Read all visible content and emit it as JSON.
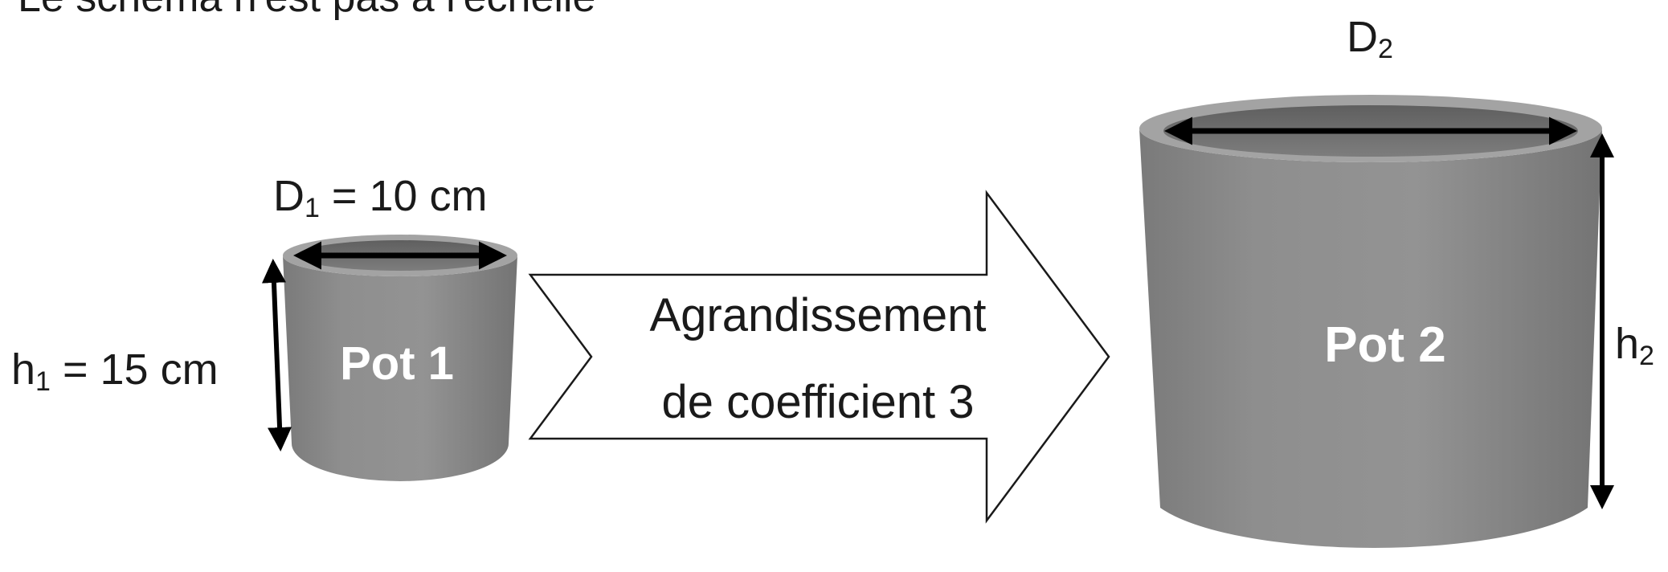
{
  "caption": "Le schéma n'est pas à l'échelle",
  "pot1": {
    "name": "Pot 1",
    "diameter": {
      "symbol": "D",
      "sub": "1",
      "rest": " = 10 cm"
    },
    "height": {
      "symbol": "h",
      "sub": "1",
      "rest": " = 15 cm"
    }
  },
  "pot2": {
    "name": "Pot 2",
    "diameter": {
      "symbol": "D",
      "sub": "2"
    },
    "height": {
      "symbol": "h",
      "sub": "2"
    }
  },
  "arrow": {
    "line1": "Agrandissement",
    "line2": "de coefficient 3"
  },
  "colors": {
    "pot_body": "#8c8c8c",
    "pot_rim": "#9e9e9e",
    "pot_inside": "#6e6e6e",
    "dimension_line": "#000000"
  }
}
